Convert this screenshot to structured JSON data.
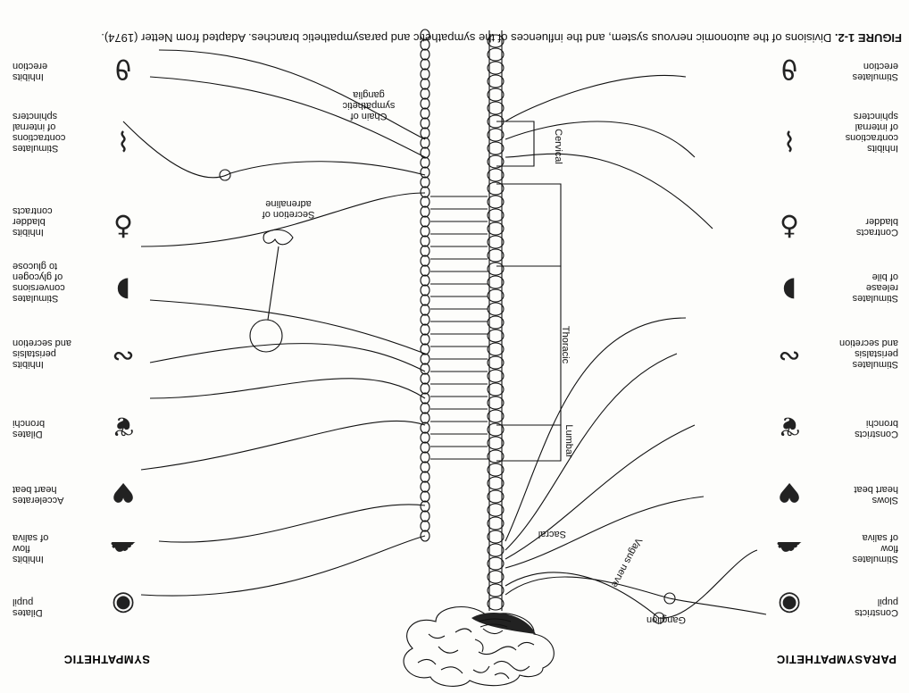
{
  "titles": {
    "left": "PARASYMPATHETIC",
    "right": "SYMPATHETIC"
  },
  "caption": {
    "label": "FIGURE 1-2.",
    "text": "Divisions of the autonomic nervous system, and the influences of the sympathetic and parasympathetic branches. Adapted from Netter (1974)."
  },
  "parasympathetic_effects": [
    {
      "id": "eye",
      "text": "Constricts\npupil",
      "icon": "eye-icon"
    },
    {
      "id": "saliva",
      "text": "Stimulates\nflow\nof saliva",
      "icon": "salivary-gland-icon"
    },
    {
      "id": "heart",
      "text": "Slows\nheart beat",
      "icon": "heart-icon"
    },
    {
      "id": "bronchi",
      "text": "Constricts\nbronchi",
      "icon": "lungs-icon"
    },
    {
      "id": "gut",
      "text": "Stimulates\nperistalsis\nand secretion",
      "icon": "intestine-icon"
    },
    {
      "id": "bile",
      "text": "Stimulates\nrelease\nof bile",
      "icon": "gallbladder-icon"
    },
    {
      "id": "bladder",
      "text": "Contracts\nbladder",
      "icon": "bladder-icon"
    },
    {
      "id": "sphincters",
      "text": "Inhibits\ncontractions\nof internal\nsphincters",
      "icon": "sphincter-icon"
    },
    {
      "id": "erection",
      "text": "Stimulates\nerection",
      "icon": "genital-icon"
    }
  ],
  "sympathetic_effects": [
    {
      "id": "eye",
      "text": "Dilates\npupil",
      "icon": "eye-icon"
    },
    {
      "id": "saliva",
      "text": "Inhibits\nflow\nof saliva",
      "icon": "salivary-gland-icon"
    },
    {
      "id": "heart",
      "text": "Accelerates\nheart beat",
      "icon": "heart-icon"
    },
    {
      "id": "bronchi",
      "text": "Dilates\nbronchi",
      "icon": "lungs-icon"
    },
    {
      "id": "gut",
      "text": "Inhibits\nperistalsis\nand secretion",
      "icon": "intestine-icon"
    },
    {
      "id": "liver",
      "text": "Stimulates\nconversions\nof glycogen\nto glucose",
      "icon": "liver-icon"
    },
    {
      "id": "bladder",
      "text": "Inhibits\nbladder\ncontracts",
      "icon": "bladder-icon"
    },
    {
      "id": "sphincters",
      "text": "Stimulates\ncontractions\nof internal\nsphincters",
      "icon": "sphincter-icon"
    },
    {
      "id": "erection",
      "text": "Inhibits\nerection",
      "icon": "genital-icon"
    }
  ],
  "cord_labels": {
    "vagus": "Vagus nerve",
    "cervical": "Cervical",
    "thoracic": "Thoracic",
    "lumbar": "Lumbar",
    "sacral": "Sacral",
    "ganglion": "Ganglion",
    "chain": "Chain of\nsympathetic\nganglia",
    "adrenaline": "Secretion of\nadrenaline"
  }
}
